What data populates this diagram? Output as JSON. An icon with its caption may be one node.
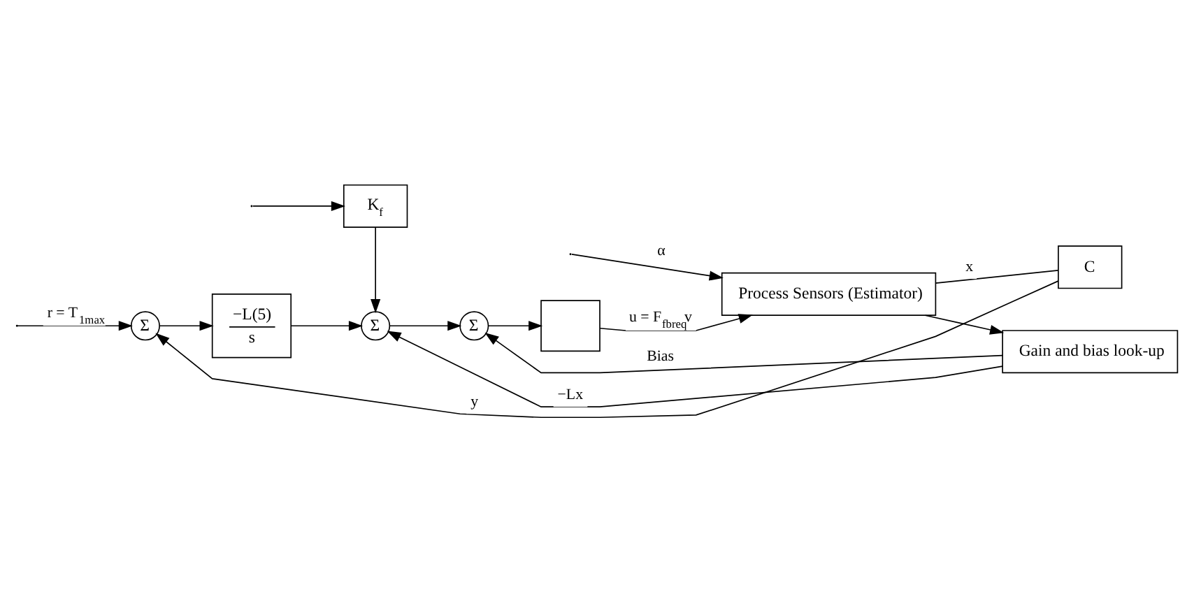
{
  "diagram": {
    "nodes": [
      {
        "text": [
          "Σ"
        ]
      },
      {
        "text": [
          "K$_{f}$"
        ]
      },
      {
        "text": [
          "−L(5)",
          "s"
        ]
      },
      {
        "text": [
          "Σ"
        ]
      },
      {
        "text": [
          "Σ"
        ]
      },
      {
        "text": [],
        "shape": "box"
      },
      {
        "text": [
          "Process Sensors (Estimator)"
        ]
      },
      {
        "text": [
          "C"
        ]
      },
      {
        "text": [
          "Gain and bias look-up"
        ]
      }
    ],
    "edges": [
      {
        "from": null,
        "to": 0,
        "arrow": "to",
        "label": "r = T$_{1max}$"
      },
      {
        "from": null,
        "to": 1,
        "arrow": "to"
      },
      {
        "from": 0,
        "to": 2,
        "arrow": "to"
      },
      {
        "from": 2,
        "to": 3,
        "arrow": "to"
      },
      {
        "from": 1,
        "to": 3,
        "arrow": "to"
      },
      {
        "from": 3,
        "to": 4,
        "arrow": "to"
      },
      {
        "from": 4,
        "to": 5,
        "arrow": "to"
      },
      {
        "from": 5,
        "to": 6,
        "arrow": "to",
        "label": "u = F$_{fbreq}$v"
      },
      {
        "from": null,
        "to": 6,
        "arrow": "to",
        "label": "α"
      },
      {
        "from": 6,
        "to": 7,
        "arrow": "none",
        "label": "x"
      },
      {
        "from": 7,
        "to": 0,
        "arrow": "to",
        "label": "y"
      },
      {
        "from": 6,
        "to": 8,
        "arrow": "to"
      },
      {
        "from": 8,
        "to": 4,
        "arrow": "to",
        "label": "Bias"
      },
      {
        "from": 8,
        "to": 3,
        "arrow": "to",
        "label": "−Lx"
      }
    ]
  }
}
